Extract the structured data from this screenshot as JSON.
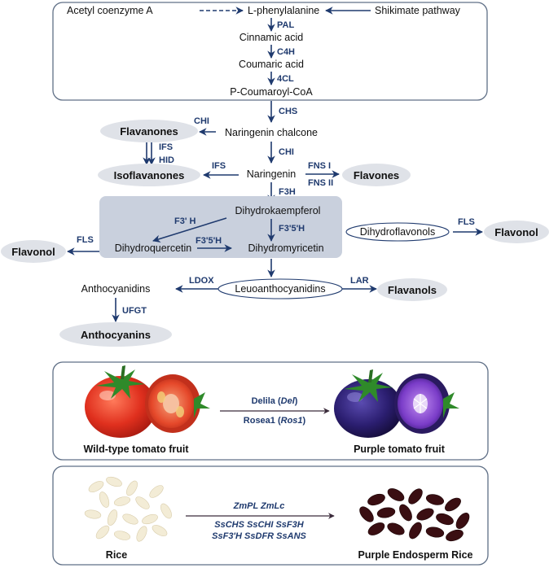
{
  "pathway": {
    "acetyl_coa": "Acetyl coenzyme A",
    "l_phenylalanine": "L-phenylalanine",
    "shikimate": "Shikimate pathway",
    "pal": "PAL",
    "cinnamic_acid": "Cinnamic acid",
    "c4h": "C4H",
    "coumaric_acid": "Coumaric acid",
    "cl4": "4CL",
    "p_coumaroyl_coa": "P-Coumaroyl-CoA",
    "chs": "CHS",
    "naringenin_chalcone": "Naringenin chalcone",
    "chi_left": "CHI",
    "flavanones": "Flavanones",
    "ifs_top": "IFS",
    "hid": "HID",
    "isoflavanones": "Isoflavanones",
    "ifs_left": "IFS",
    "chi_down": "CHI",
    "naringenin": "Naringenin",
    "fns1": "FNS I",
    "fns2": "FNS II",
    "flavones": "Flavones",
    "f3h": "F3H",
    "dihydrokaempferol": "Dihydrokaempferol",
    "f3prime_h": "F3' H",
    "f3prime5prime_h_down": "F3'5'H",
    "f3prime5prime_h_right": "F3'5'H",
    "dihydroquercetin": "Dihydroquercetin",
    "dihydromyricetin": "Dihydromyricetin",
    "dihydroflavonols": "Dihydroflavonols",
    "fls_right": "FLS",
    "flavonol_right": "Flavonol",
    "fls_left": "FLS",
    "flavonol_left": "Flavonol",
    "leucoanthocyanidins": "Leuoanthocyanidins",
    "ldox": "LDOX",
    "anthocyanidins": "Anthocyanidins",
    "lar": "LAR",
    "flavanols": "Flavanols",
    "ufgt": "UFGT",
    "anthocyanins": "Anthocyanins"
  },
  "tomato": {
    "gene1_name": "Delila (",
    "gene1_abbr": "Del",
    "gene1_close": ")",
    "gene2_name": "Rosea1 (",
    "gene2_abbr": "Ros1",
    "gene2_close": ")",
    "wild_label": "Wild-type tomato fruit",
    "purple_label": "Purple tomato fruit"
  },
  "rice": {
    "genes_line1": "ZmPL ZmLc",
    "genes_line2": "SsCHS  SsCHI  SsF3H",
    "genes_line3": "SsF3'H  SsDFR  SsANS",
    "rice_label": "Rice",
    "purple_label": "Purple Endosperm Rice"
  },
  "colors": {
    "arrow": "#1f3a6e",
    "highlight_box": "#c9d0dd",
    "oval": "#dfe2e8",
    "panel_border": "#5f6f86"
  }
}
